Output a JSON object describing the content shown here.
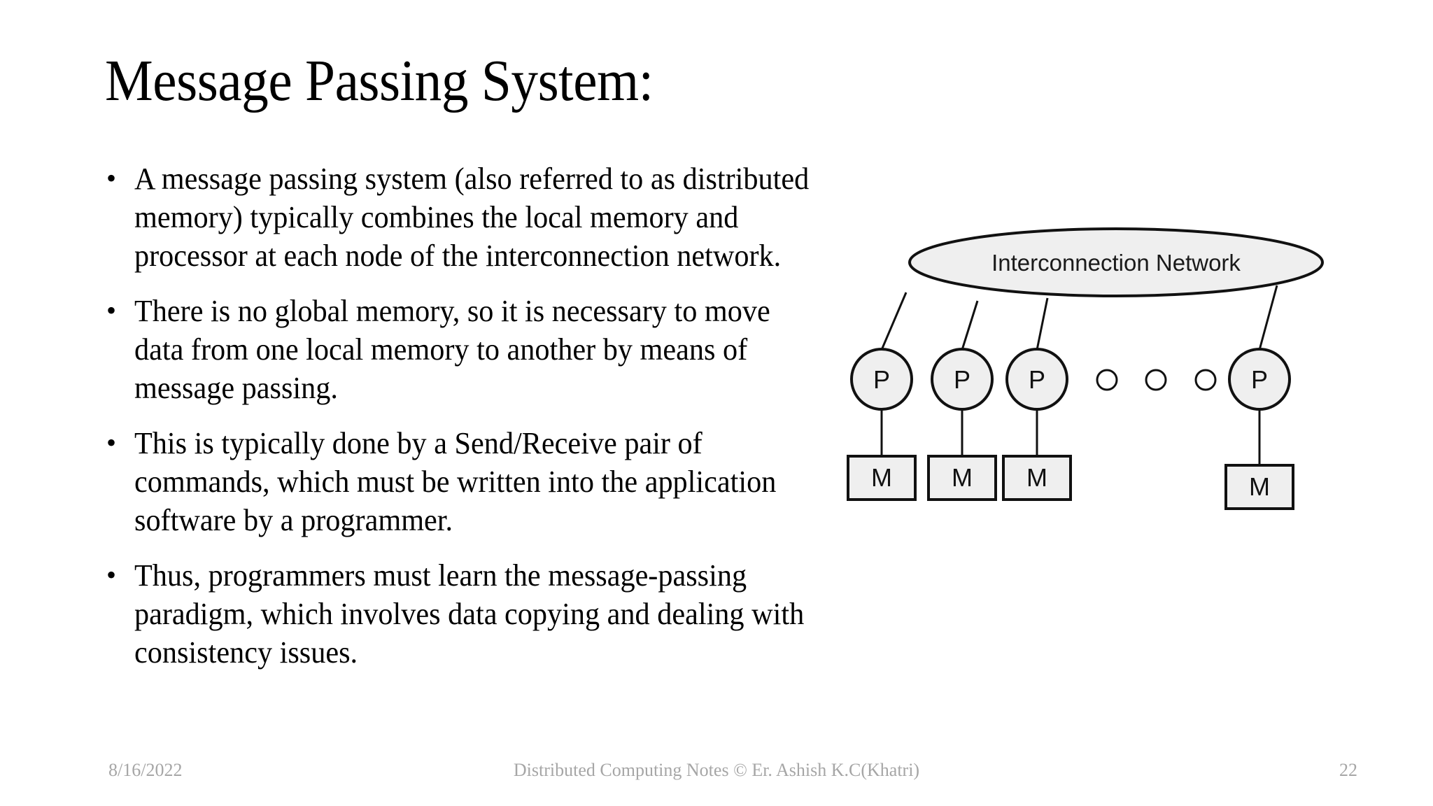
{
  "slide": {
    "title": "Message Passing System:",
    "background_color": "#FFFFFF",
    "text_color": "#000000",
    "bullet_glyph": "•",
    "bullets": [
      {
        "text": "A message passing system (also referred to as distributed memory) typically combines the local memory and processor at each node of the interconnection network."
      },
      {
        "text": "There is no global memory, so it is necessary to move data from one local memory to another by means of message passing."
      },
      {
        "text": "This is typically done by a Send/Receive pair of commands, which must be written into the application software by a programmer."
      },
      {
        "text": "Thus, programmers must learn the message-passing paradigm, which involves data copying and dealing with consistency issues."
      }
    ]
  },
  "diagram": {
    "network_label": "Interconnection Network",
    "shape_fill": "#EFEFEF",
    "stroke_color": "#111111",
    "processor_label": "P",
    "memory_label": "M",
    "nodes": [
      {
        "processor": "P",
        "memory": "M"
      },
      {
        "processor": "P",
        "memory": "M"
      },
      {
        "processor": "P",
        "memory": "M"
      },
      {
        "processor": "P",
        "memory": "M"
      }
    ],
    "ellipsis_dots": 3
  },
  "footer": {
    "date": "8/16/2022",
    "center_note": "Distributed Computing Notes © Er. Ashish K.C(Khatri)",
    "page_number": "22",
    "color": "#A6A6A6"
  }
}
